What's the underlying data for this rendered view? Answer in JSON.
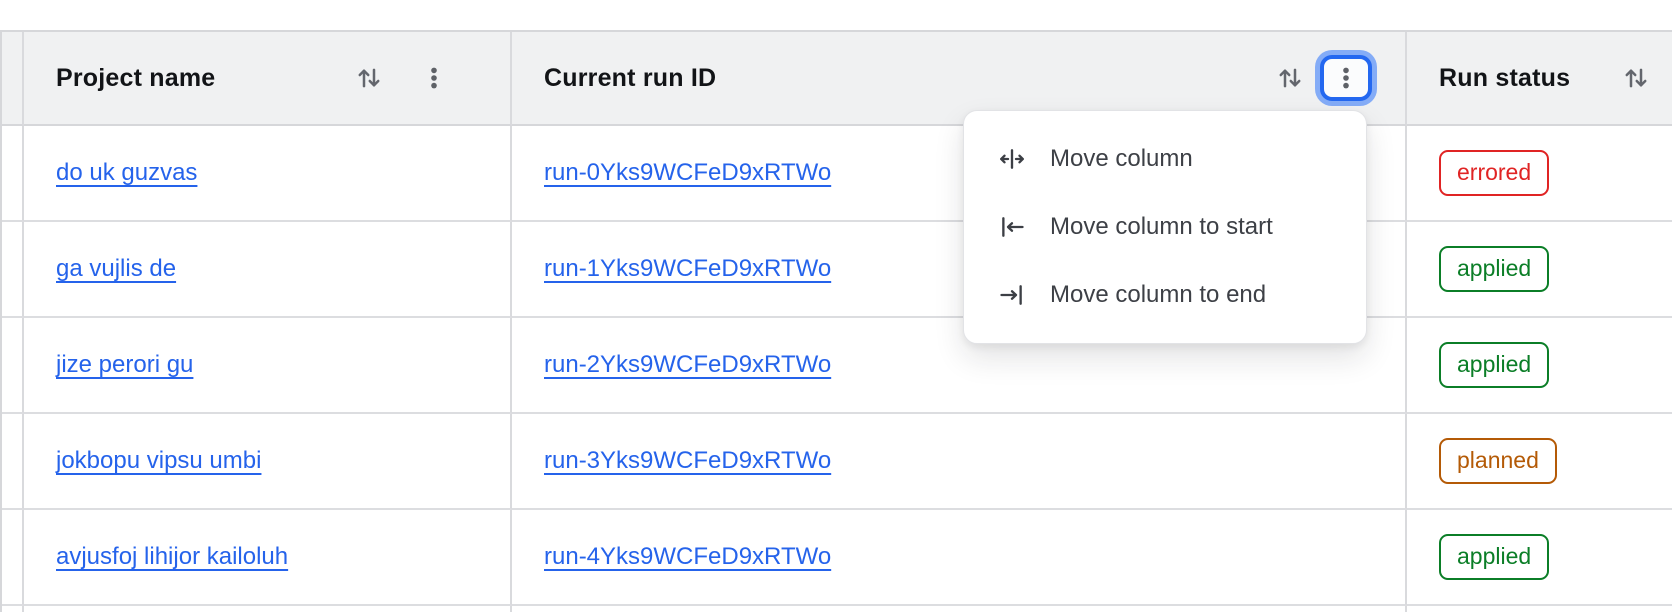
{
  "table": {
    "columns": [
      {
        "label": "Project name"
      },
      {
        "label": "Current run ID"
      },
      {
        "label": "Run status"
      }
    ],
    "rows": [
      {
        "project": "do uk guzvas",
        "run_id": "run-0Yks9WCFeD9xRTWo",
        "status": "errored"
      },
      {
        "project": "ga vujlis de",
        "run_id": "run-1Yks9WCFeD9xRTWo",
        "status": "applied"
      },
      {
        "project": "jize perori gu",
        "run_id": "run-2Yks9WCFeD9xRTWo",
        "status": "applied"
      },
      {
        "project": "jokbopu vipsu umbi",
        "run_id": "run-3Yks9WCFeD9xRTWo",
        "status": "planned"
      },
      {
        "project": "avjusfoj lihijor kailoluh",
        "run_id": "run-4Yks9WCFeD9xRTWo",
        "status": "applied"
      }
    ]
  },
  "column_menu": {
    "items": [
      {
        "icon": "move-column-icon",
        "label": "Move column"
      },
      {
        "icon": "move-column-to-start-icon",
        "label": "Move column to start"
      },
      {
        "icon": "move-column-to-end-icon",
        "label": "Move column to end"
      }
    ]
  },
  "colors": {
    "link_blue": "#2563eb",
    "header_background": "#f0f1f2",
    "border": "#d9dadd",
    "focus_ring_inner": "#2468f0",
    "focus_ring_outer": "#84acf7",
    "status_errored": "#e02424",
    "status_applied": "#0b7e27",
    "status_planned": "#b45a06",
    "icon_gray": "#63666d"
  }
}
